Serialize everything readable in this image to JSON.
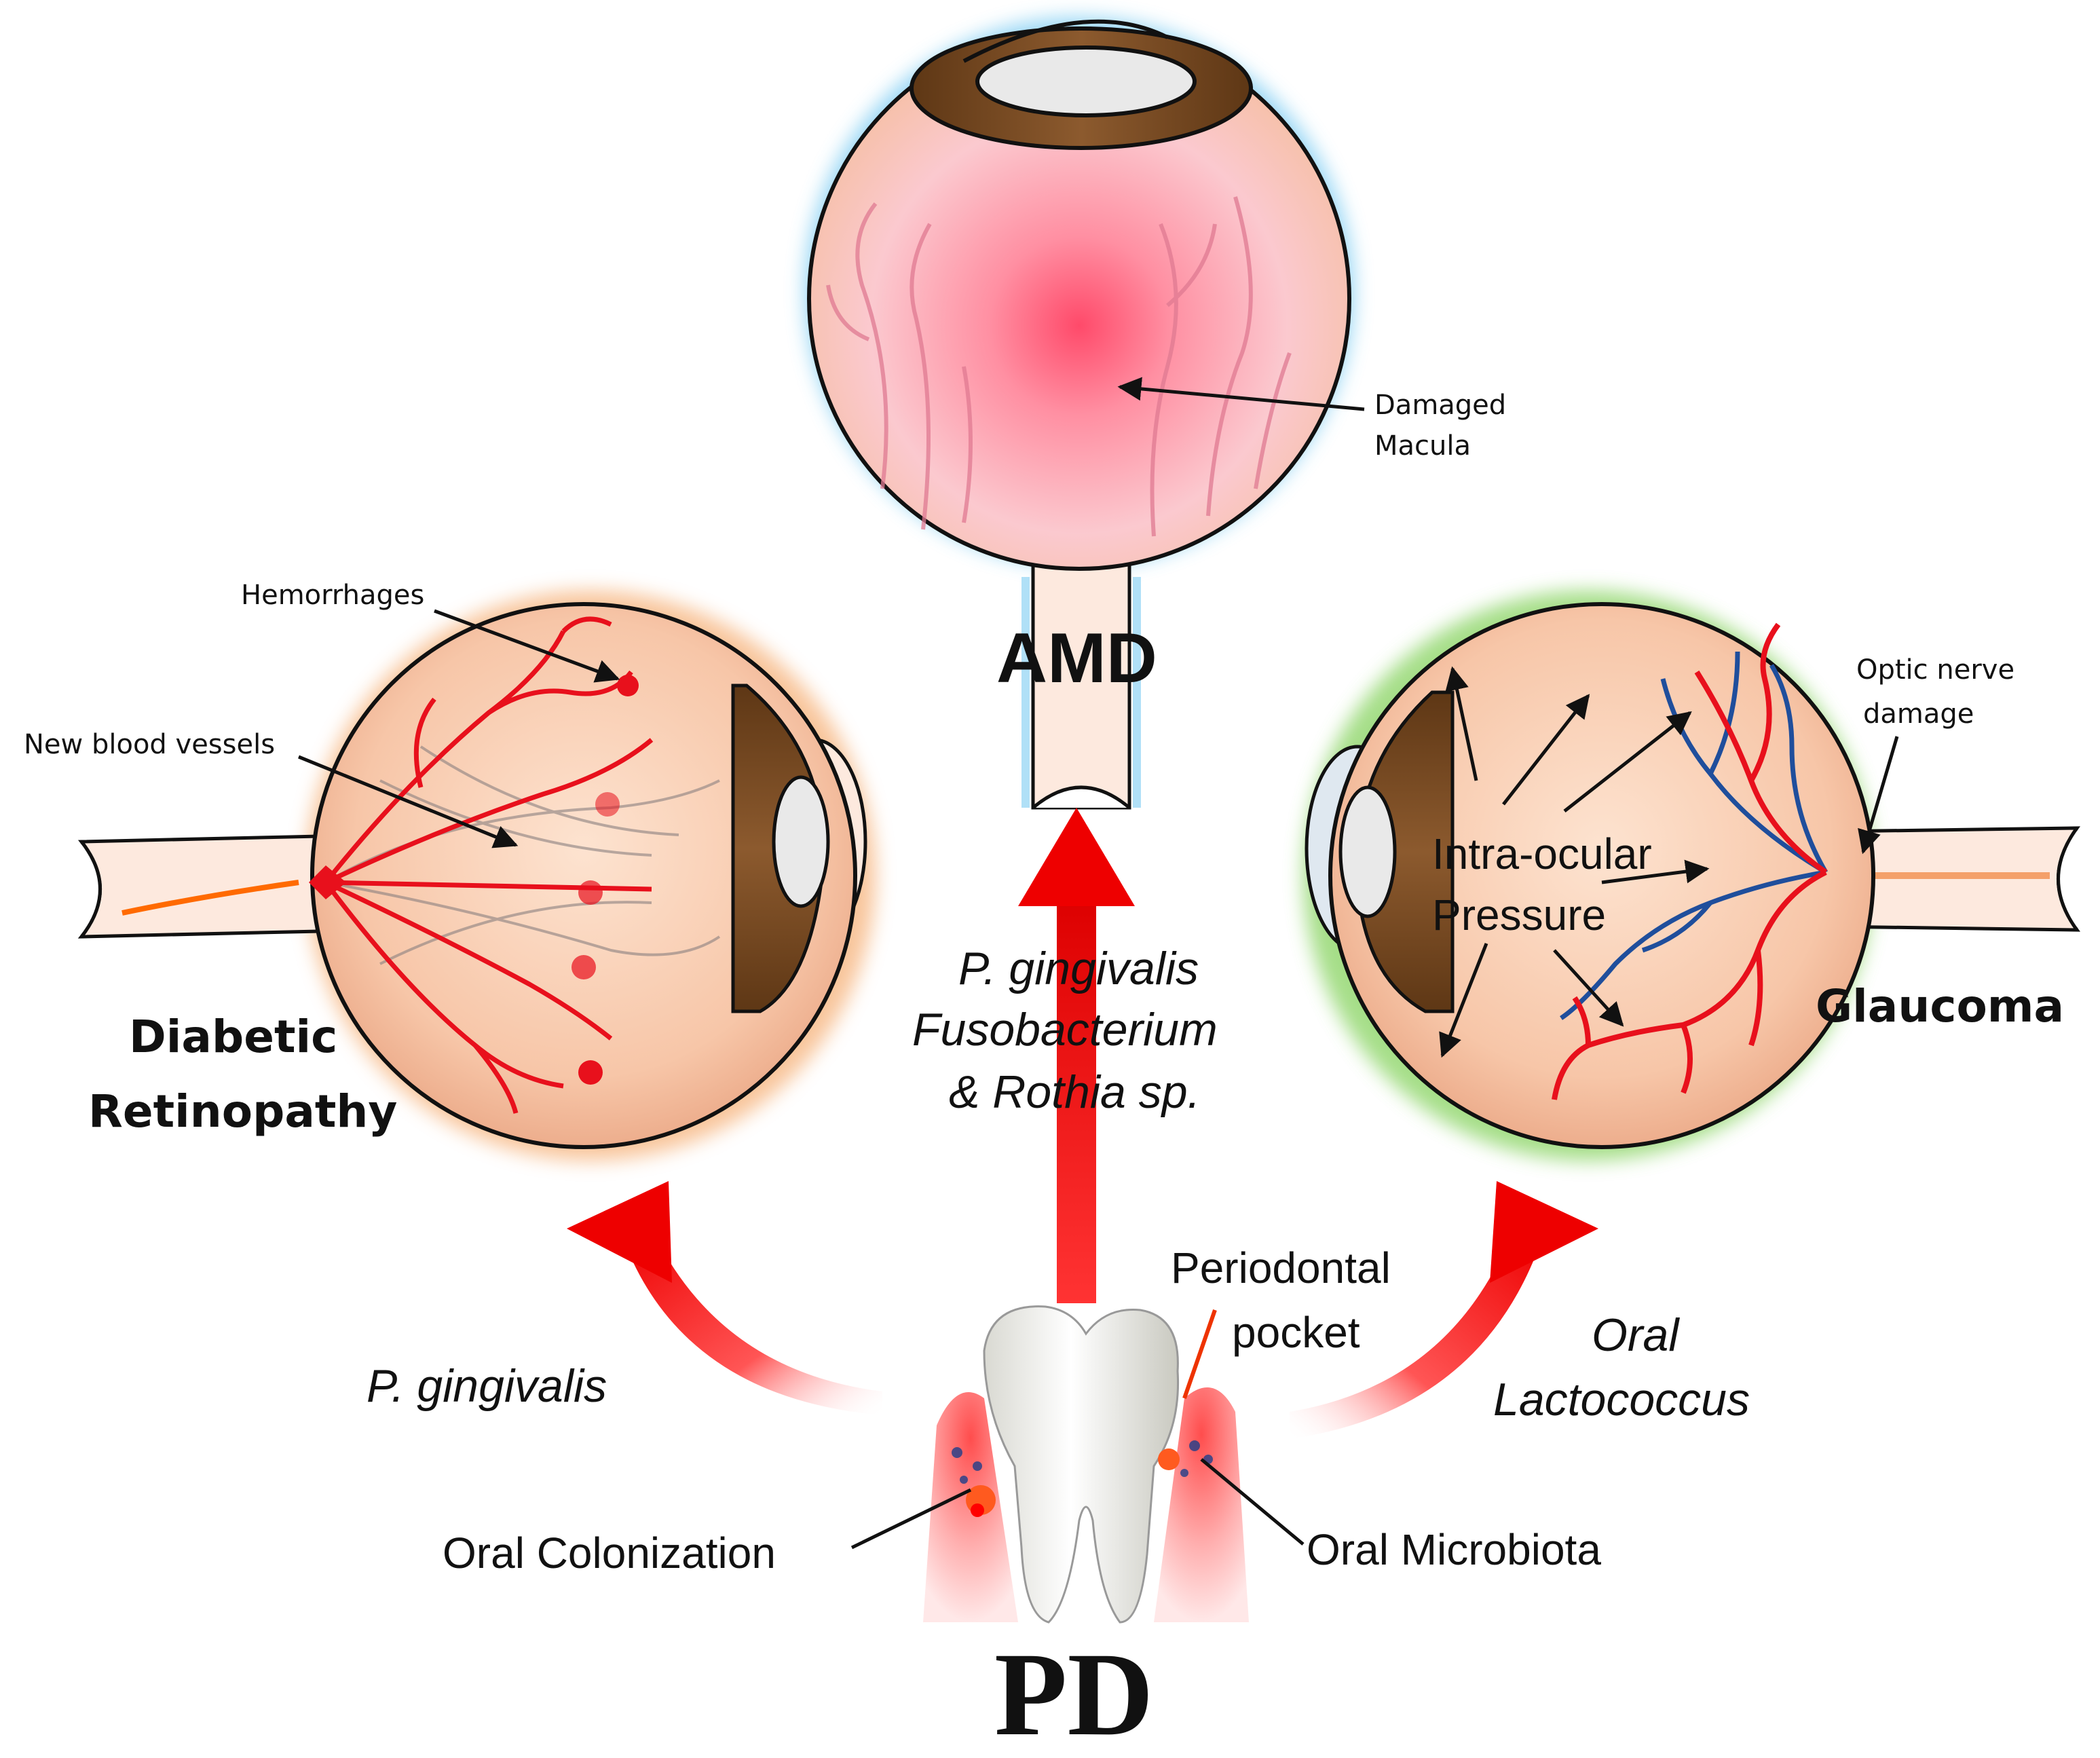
{
  "amd": {
    "title": "AMD",
    "macula_label_line1": "Damaged",
    "macula_label_line2": "Macula"
  },
  "diabetic_retinopathy": {
    "title_line1": "Diabetic",
    "title_line2": "Retinopathy",
    "hemorrhages_label": "Hemorrhages",
    "new_vessels_label": "New blood vessels"
  },
  "glaucoma": {
    "title": "Glaucoma",
    "optic_nerve_line1": "Optic nerve",
    "optic_nerve_line2": "damage",
    "pressure_line1": "Intra-ocular",
    "pressure_line2": "Pressure"
  },
  "pathways": {
    "center_line1": "P. gingivalis",
    "center_line2": "Fusobacterium",
    "center_line3": "& Rothia sp.",
    "left": "P. gingivalis",
    "right_line1": "Oral",
    "right_line2": "Lactococcus"
  },
  "tooth": {
    "pocket_line1": "Periodontal",
    "pocket_line2": "pocket",
    "colonization": "Oral Colonization",
    "microbiota": "Oral Microbiota",
    "title": "PD"
  },
  "colors": {
    "arrow_red": "#ee1111",
    "vessel_red": "#e8101c",
    "vein_blue": "#1f4e9c",
    "iris_brown": "#7a4a24",
    "amd_glow": "#8fd3f4",
    "dr_glow": "#f6b27a",
    "glaucoma_glow": "#8fd66a"
  }
}
